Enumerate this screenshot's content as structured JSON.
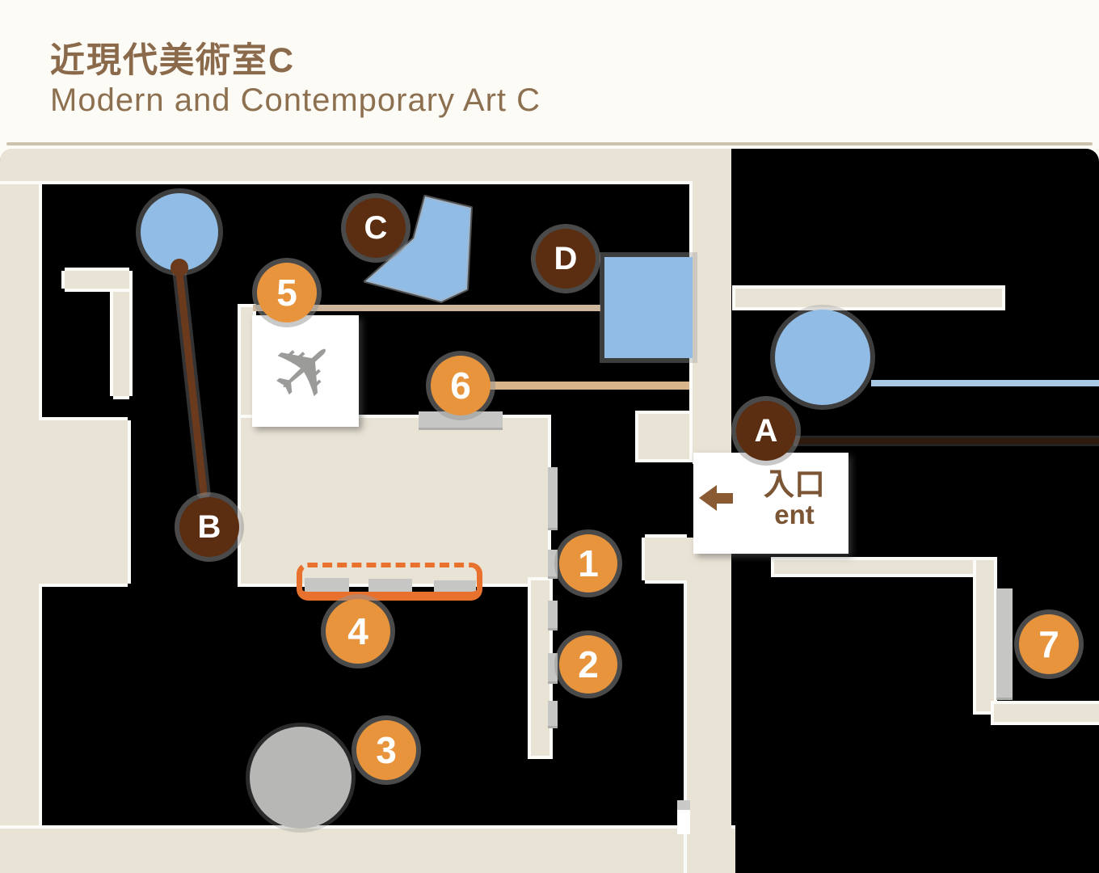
{
  "header": {
    "title_ja": "近現代美術室C",
    "title_en": "Modern and Contemporary Art C"
  },
  "map": {
    "entrance": {
      "label_ja": "入口",
      "label_en": "ent"
    },
    "markers": [
      {
        "label": "1",
        "kind": "number"
      },
      {
        "label": "2",
        "kind": "number"
      },
      {
        "label": "3",
        "kind": "number"
      },
      {
        "label": "4",
        "kind": "number"
      },
      {
        "label": "5",
        "kind": "number"
      },
      {
        "label": "6",
        "kind": "number"
      },
      {
        "label": "7",
        "kind": "number"
      },
      {
        "label": "A",
        "kind": "letter"
      },
      {
        "label": "B",
        "kind": "letter"
      },
      {
        "label": "C",
        "kind": "letter"
      },
      {
        "label": "D",
        "kind": "letter"
      }
    ],
    "icons": {
      "airplane_glyph": "✈"
    },
    "colors": {
      "number_marker": "#E8943C",
      "letter_marker": "#5B2D11",
      "wall_cream": "#E9E3D5",
      "map_background": "#000000",
      "exhibit_blue": "#90BCE5",
      "pedestal_gray": "#C6C6C4",
      "highlight_orange": "#E8722D",
      "title_brown": "#8A6A4B",
      "tan_line": "#CDB69B",
      "dark_brown_line": "#2E1B0D",
      "pendulum_brown": "#6B3A1D",
      "light_blue_line": "#A9C8E4"
    }
  }
}
